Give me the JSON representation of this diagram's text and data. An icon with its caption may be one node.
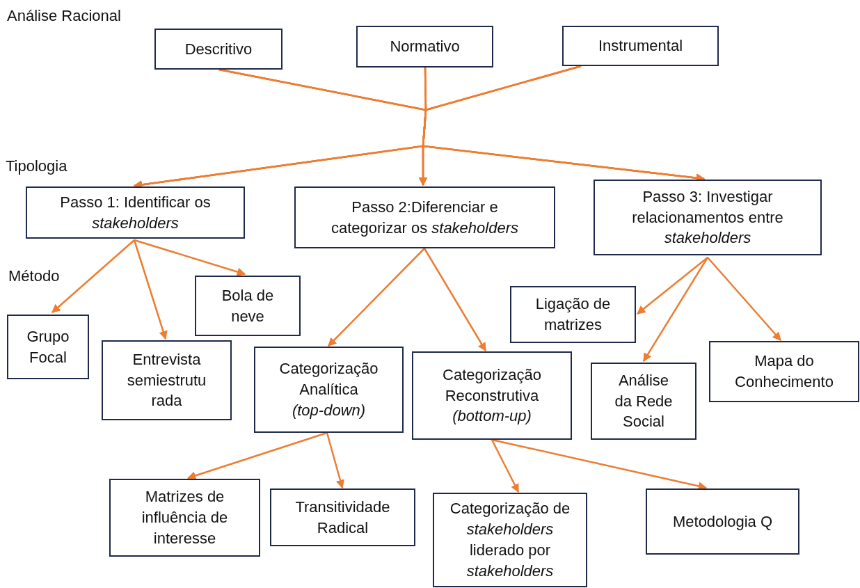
{
  "diagram": {
    "nodes": [
      {
        "text": [
          "Descritivo"
        ]
      },
      {
        "text": [
          "Normativo"
        ]
      },
      {
        "text": [
          "Instrumental"
        ]
      },
      {
        "text": [
          "Passo 1: Identificar os *stakeholders*"
        ]
      },
      {
        "text": [
          "Passo 2:Diferenciar e categorizar os *stakeholders*"
        ]
      },
      {
        "text": [
          "Passo 3: Investigar relacionamentos entre *stakeholders*"
        ]
      },
      {
        "text": [
          "Grupo Focal"
        ]
      },
      {
        "text": [
          "Entrevista semiestrutu rada"
        ]
      },
      {
        "text": [
          "Bola de neve"
        ]
      },
      {
        "text": [
          "Categorização Analítica *(top-down)*"
        ]
      },
      {
        "text": [
          "Categorização Reconstrutiva *(bottom-up)*"
        ]
      },
      {
        "text": [
          "Ligação de matrizes"
        ]
      },
      {
        "text": [
          "Análise da Rede Social"
        ]
      },
      {
        "text": [
          "Mapa do Conhecimento"
        ]
      },
      {
        "text": [
          "Matrizes de influência de interesse"
        ]
      },
      {
        "text": [
          "Transitividade Radical"
        ]
      },
      {
        "text": [
          "Categorização de *stakeholders* liderado por *stakeholders*"
        ]
      },
      {
        "text": [
          "Metodologia Q"
        ]
      }
    ],
    "edges": [
      {
        "from": 0,
        "to": 3,
        "arrow": "to"
      },
      {
        "from": 0,
        "to": 4,
        "arrow": "to"
      },
      {
        "from": 0,
        "to": 5,
        "arrow": "to"
      },
      {
        "from": 1,
        "to": 3,
        "arrow": "to"
      },
      {
        "from": 1,
        "to": 4,
        "arrow": "to"
      },
      {
        "from": 1,
        "to": 5,
        "arrow": "to"
      },
      {
        "from": 2,
        "to": 3,
        "arrow": "to"
      },
      {
        "from": 2,
        "to": 4,
        "arrow": "to"
      },
      {
        "from": 2,
        "to": 5,
        "arrow": "to"
      },
      {
        "from": 3,
        "to": 6,
        "arrow": "to"
      },
      {
        "from": 3,
        "to": 7,
        "arrow": "to"
      },
      {
        "from": 3,
        "to": 8,
        "arrow": "to"
      },
      {
        "from": 4,
        "to": 9,
        "arrow": "to"
      },
      {
        "from": 4,
        "to": 10,
        "arrow": "to"
      },
      {
        "from": 5,
        "to": 11,
        "arrow": "to"
      },
      {
        "from": 5,
        "to": 12,
        "arrow": "to"
      },
      {
        "from": 5,
        "to": 13,
        "arrow": "to"
      },
      {
        "from": 9,
        "to": 14,
        "arrow": "to"
      },
      {
        "from": 9,
        "to": 15,
        "arrow": "to"
      },
      {
        "from": 10,
        "to": 16,
        "arrow": "to"
      },
      {
        "from": 10,
        "to": 17,
        "arrow": "to"
      }
    ],
    "labels": [
      "Análise Racional",
      "Tipologia",
      "Método"
    ]
  }
}
